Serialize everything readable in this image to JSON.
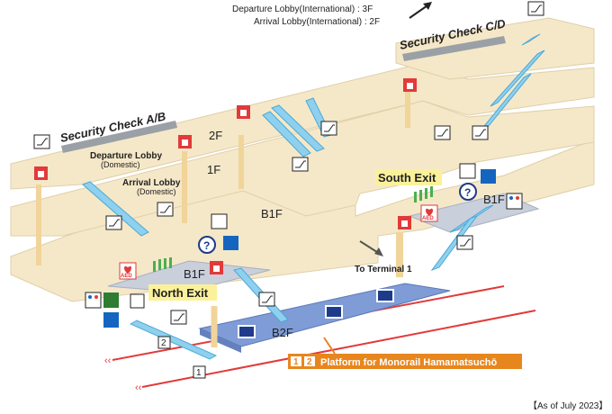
{
  "header": {
    "departure_intl": "Departure Lobby(International) : 3F",
    "arrival_intl": "Arrival Lobby(International) : 2F"
  },
  "security": {
    "ab": "Security Check A/B",
    "cd": "Security Check C/D"
  },
  "floors": {
    "f2": "2F",
    "f1": "1F",
    "b1f_center": "B1F",
    "b1f_north": "B1F",
    "b1f_south": "B1F",
    "b2f": "B2F"
  },
  "lobbies": {
    "departure": "Departure Lobby",
    "departure_sub": "(Domestic)",
    "arrival": "Arrival Lobby",
    "arrival_sub": "(Domestic)"
  },
  "exits": {
    "north": "North Exit",
    "south": "South Exit"
  },
  "to_terminal": "To Terminal 1",
  "platform": {
    "num1": "1",
    "num2": "2",
    "label": "Platform for Monorail Hamamatsuchō"
  },
  "tracks": {
    "t1": "1",
    "t2": "2"
  },
  "as_of": "【As of July 2023】",
  "icons": {
    "aed": "AED",
    "info": "?"
  },
  "colors": {
    "floor_beige": "#f5e8c8",
    "floor_edge": "#e0cfa8",
    "b1f_gray": "#c9cfdb",
    "b2f_blue": "#7f9cd6",
    "escalator_blue": "#8fd0ee",
    "pillar": "#f1d49a",
    "exit_yellow": "#fbf19a",
    "elevator_red": "#e23a3a",
    "track_red": "#e23a3a",
    "platform_orange": "#e8861e",
    "platform_label_bg": "#e8861e"
  }
}
